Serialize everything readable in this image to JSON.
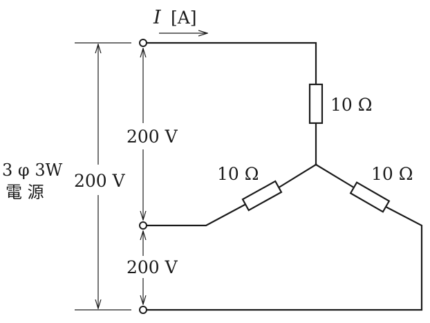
{
  "current_label": {
    "symbol": "I",
    "unit": "[A]"
  },
  "source": {
    "line1": "3 φ 3W",
    "line2": "電 源",
    "voltage": "200 V"
  },
  "line_voltages": {
    "upper": "200 V",
    "lower": "200 V"
  },
  "resistors": {
    "top": "10 Ω",
    "left": "10 Ω",
    "right": "10 Ω"
  },
  "colors": {
    "ink": "#1a1a1a",
    "background": "#ffffff"
  }
}
